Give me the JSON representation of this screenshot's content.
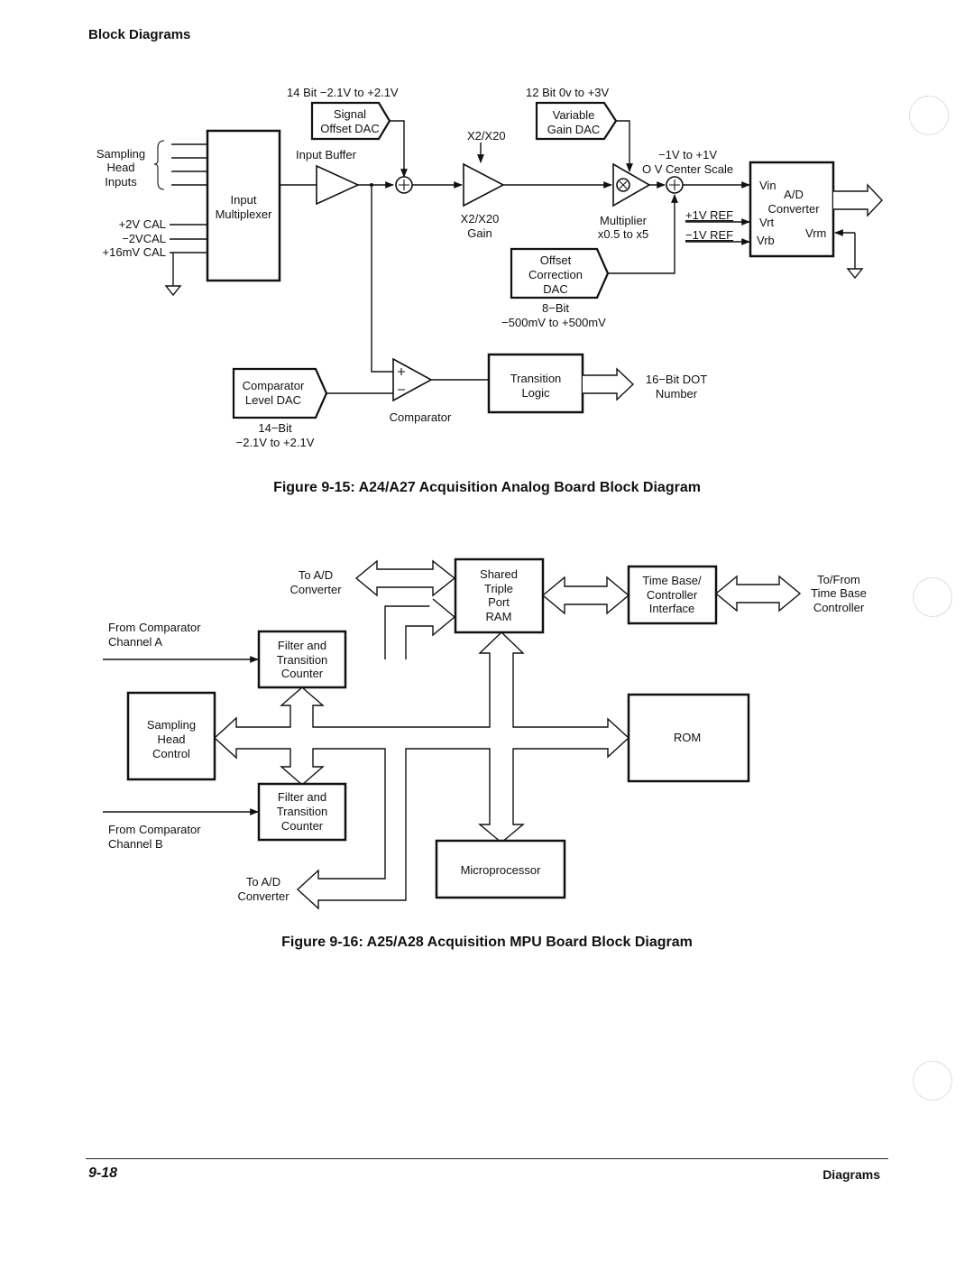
{
  "header": {
    "title": "Block Diagrams"
  },
  "fig15": {
    "caption": "Figure 9-15:  A24/A27 Acquisition Analog Board Block Diagram",
    "range_14bit": "14 Bit −2.1V to +2.1V",
    "range_12bit": "12 Bit 0v to +3V",
    "signal_offset_dac": [
      "Signal",
      "Offset DAC"
    ],
    "variable_gain_dac": [
      "Variable",
      "Gain DAC"
    ],
    "x2x20_top": "X2/X20",
    "sampling_head_inputs": [
      "Sampling",
      "Head",
      "Inputs"
    ],
    "input_buffer": "Input Buffer",
    "input_multiplexer": [
      "Input",
      "Multiplexer"
    ],
    "cal_inputs": [
      "+2V CAL",
      "−2VCAL",
      "+16mV CAL"
    ],
    "x2x20_gain": [
      "X2/X20",
      "Gain"
    ],
    "multiplier": [
      "Multiplier",
      "x0.5 to x5"
    ],
    "center_scale": [
      "−1V to +1V",
      "O V Center Scale"
    ],
    "ad_converter": {
      "vin": "Vin",
      "label": [
        "A/D",
        "Converter"
      ],
      "vrt": "Vrt",
      "vrb": "Vrb",
      "vrm": "Vrm"
    },
    "ref_plus": "+1V REF",
    "ref_minus": "−1V REF",
    "offset_correction_dac": [
      "Offset",
      "Correction",
      "DAC"
    ],
    "offset_range": [
      "8−Bit",
      "−500mV to +500mV"
    ],
    "comparator_level_dac": [
      "Comparator",
      "Level DAC"
    ],
    "comparator_range": [
      "14−Bit",
      "−2.1V to +2.1V"
    ],
    "comparator": "Comparator",
    "transition_logic": [
      "Transition",
      "Logic"
    ],
    "dot_number": [
      "16−Bit DOT",
      "Number"
    ]
  },
  "fig16": {
    "caption": "Figure 9-16:  A25/A28 Acquisition MPU Board Block Diagram",
    "to_ad_top": [
      "To A/D",
      "Converter"
    ],
    "shared_ram": [
      "Shared",
      "Triple",
      "Port",
      "RAM"
    ],
    "time_base_ctrl": [
      "Time Base/",
      "Controller",
      "Interface"
    ],
    "to_from_tb": [
      "To/From",
      "Time Base",
      "Controller"
    ],
    "from_comp_a": [
      "From Comparator",
      "Channel A"
    ],
    "filter_a": [
      "Filter and",
      "Transition",
      "Counter"
    ],
    "sampling_head_control": [
      "Sampling",
      "Head",
      "Control"
    ],
    "rom": "ROM",
    "filter_b": [
      "Filter and",
      "Transition",
      "Counter"
    ],
    "from_comp_b": [
      "From Comparator",
      "Channel B"
    ],
    "microprocessor": "Microprocessor",
    "to_ad_bottom": [
      "To A/D",
      "Converter"
    ]
  },
  "footer": {
    "page": "9-18",
    "section": "Diagrams"
  }
}
